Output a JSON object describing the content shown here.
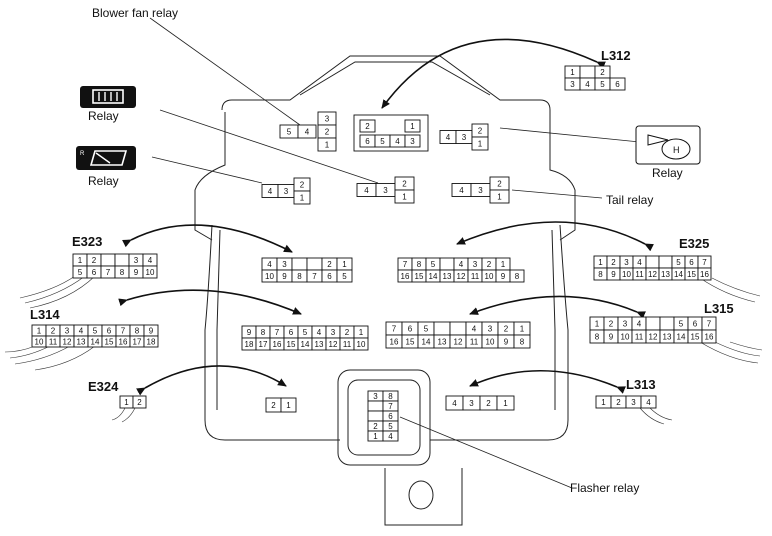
{
  "labels": {
    "blower_fan_relay": "Blower fan relay",
    "relay_defogger": "Relay",
    "relay_mirror": "Relay",
    "relay_horn": "Relay",
    "tail_relay": "Tail relay",
    "flasher_relay": "Flasher relay"
  },
  "codes": {
    "l312": "L312",
    "e323": "E323",
    "e325": "E325",
    "l314": "L314",
    "l315": "L315",
    "e324": "E324",
    "l313": "L313"
  },
  "connectors": {
    "l312": [
      [
        "1",
        "",
        "2"
      ],
      [
        "3",
        "4",
        "5",
        "6"
      ]
    ],
    "e323": [
      [
        "1",
        "2",
        "",
        "",
        "3",
        "4"
      ],
      [
        "5",
        "6",
        "7",
        "8",
        "9",
        "10"
      ]
    ],
    "e325": [
      [
        "1",
        "2",
        "3",
        "4",
        "",
        "",
        "5",
        "6",
        "7"
      ],
      [
        "8",
        "9",
        "10",
        "11",
        "12",
        "13",
        "14",
        "15",
        "16"
      ]
    ],
    "l314": [
      [
        "1",
        "2",
        "3",
        "4",
        "5",
        "6",
        "7",
        "8",
        "9"
      ],
      [
        "10",
        "11",
        "12",
        "13",
        "14",
        "15",
        "16",
        "17",
        "18"
      ]
    ],
    "l315": [
      [
        "1",
        "2",
        "3",
        "4",
        "",
        "",
        "5",
        "6",
        "7"
      ],
      [
        "8",
        "9",
        "10",
        "11",
        "12",
        "13",
        "14",
        "15",
        "16"
      ]
    ],
    "e324": [
      "1",
      "2"
    ],
    "l313": [
      "1",
      "2",
      "3",
      "4"
    ],
    "blower_relay": [
      "5",
      "4",
      "3",
      "2",
      "1"
    ],
    "upper_center": [
      "2",
      "1",
      "6",
      "5",
      "4",
      "3"
    ],
    "relay_a": [
      "4",
      "3",
      "2",
      "1"
    ],
    "relay_b": [
      "4",
      "3",
      "2",
      "1"
    ],
    "relay_c": [
      "4",
      "3",
      "2",
      "1"
    ],
    "relay_d": [
      "4",
      "3",
      "2",
      "1"
    ],
    "mid_left": [
      [
        "4",
        "3",
        "",
        "",
        "2",
        "1"
      ],
      [
        "10",
        "9",
        "8",
        "7",
        "6",
        "5"
      ]
    ],
    "mid_right": [
      [
        "7",
        "8",
        "5",
        "",
        "4",
        "3",
        "2",
        "1"
      ],
      [
        "16",
        "15",
        "14",
        "13",
        "12",
        "11",
        "10",
        "9",
        "8"
      ]
    ],
    "low_left": [
      [
        "9",
        "8",
        "7",
        "6",
        "5",
        "4",
        "3",
        "2",
        "1"
      ],
      [
        "18",
        "17",
        "16",
        "15",
        "14",
        "13",
        "12",
        "11",
        "10"
      ]
    ],
    "low_right": [
      [
        "7",
        "6",
        "5",
        "",
        "",
        "4",
        "3",
        "2",
        "1"
      ],
      [
        "16",
        "15",
        "14",
        "13",
        "12",
        "11",
        "10",
        "9",
        "8"
      ]
    ],
    "small_e324_side": [
      "2",
      "1"
    ],
    "small_l313_side": [
      "4",
      "3",
      "2",
      "1"
    ],
    "flasher": [
      [
        "3",
        "8"
      ],
      [
        "",
        "7"
      ],
      [
        "",
        "6"
      ],
      [
        "2",
        "5"
      ],
      [
        "1",
        "4"
      ]
    ]
  }
}
